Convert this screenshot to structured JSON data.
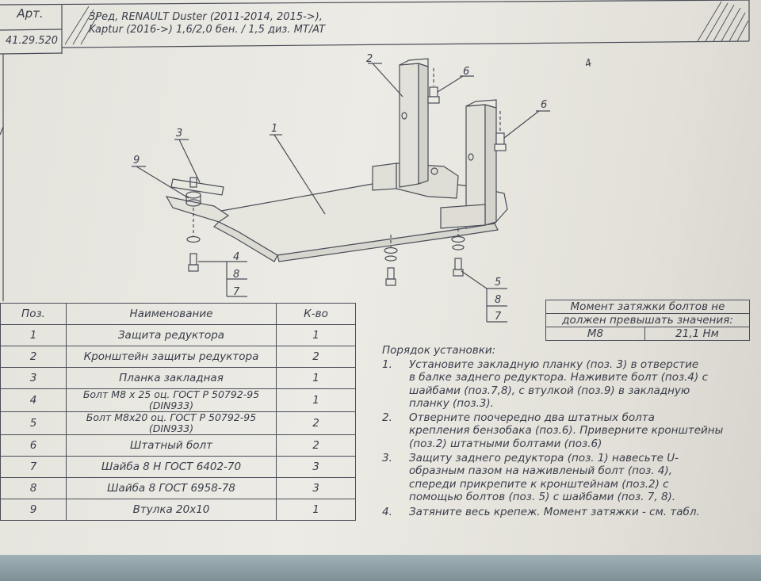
{
  "header": {
    "art_label": "Арт.",
    "art_number": "41.29.520",
    "title_line1": "ЗРед, RENAULT Duster  (2011-2014, 2015->),",
    "title_line2": "Kaptur  (2016->)  1,6/2,0 бен. / 1,5 диз.  MT/AT"
  },
  "callouts": {
    "p1": "1",
    "p2": "2",
    "p3": "3",
    "p9": "9",
    "p6a": "6",
    "p6b": "6",
    "left_stack": [
      "4",
      "8",
      "7"
    ],
    "right_stack": [
      "5",
      "8",
      "7"
    ],
    "mark": "4"
  },
  "parts_table": {
    "headers": [
      "Поз.",
      "Наименование",
      "К-во"
    ],
    "rows": [
      {
        "pos": "1",
        "name": "Защита редуктора",
        "qty": "1"
      },
      {
        "pos": "2",
        "name": "Кронштейн защиты редуктора",
        "qty": "2"
      },
      {
        "pos": "3",
        "name": "Планка закладная",
        "qty": "1"
      },
      {
        "pos": "4",
        "name": "Болт М8 х 25 оц. ГОСТ Р 50792-95 (DIN933)",
        "qty": "1"
      },
      {
        "pos": "5",
        "name": "Болт М8х20 оц. ГОСТ Р 50792-95 (DIN933)",
        "qty": "2"
      },
      {
        "pos": "6",
        "name": "Штатный болт",
        "qty": "2"
      },
      {
        "pos": "7",
        "name": "Шайба 8 Н ГОСТ 6402-70",
        "qty": "3"
      },
      {
        "pos": "8",
        "name": "Шайба 8 ГОСТ 6958-78",
        "qty": "3"
      },
      {
        "pos": "9",
        "name": "Втулка 20х10",
        "qty": "1"
      }
    ]
  },
  "torque_table": {
    "header_line1": "Момент затяжки болтов не",
    "header_line2": "должен превышать значения:",
    "bolt": "М8",
    "value": "21,1 Нм"
  },
  "instructions": {
    "title": "Порядок установки:",
    "steps": [
      {
        "num": "1.",
        "lines": [
          "Установите закладную планку (поз. 3) в отверстие",
          "в балке заднего редуктора. Наживите болт (поз.4) с",
          "шайбами (поз.7,8), с втулкой (поз.9) в закладную",
          "планку (поз.3)."
        ]
      },
      {
        "num": "2.",
        "lines": [
          "Отверните поочередно два штатных болта",
          "крепления бензобака (поз.6). Приверните кронштейны",
          "(поз.2) штатными болтами (поз.6)"
        ]
      },
      {
        "num": "3.",
        "lines": [
          "Защиту заднего редуктора (поз. 1) навесьте U-",
          "образным пазом на наживленый болт (поз. 4),",
          "спереди прикрепите к кронштейнам (поз.2) с",
          "помощью болтов (поз. 5) с шайбами (поз. 7, 8)."
        ]
      },
      {
        "num": "4.",
        "lines": [
          "Затяните весь крепеж. Момент затяжки - см. табл."
        ]
      }
    ]
  }
}
